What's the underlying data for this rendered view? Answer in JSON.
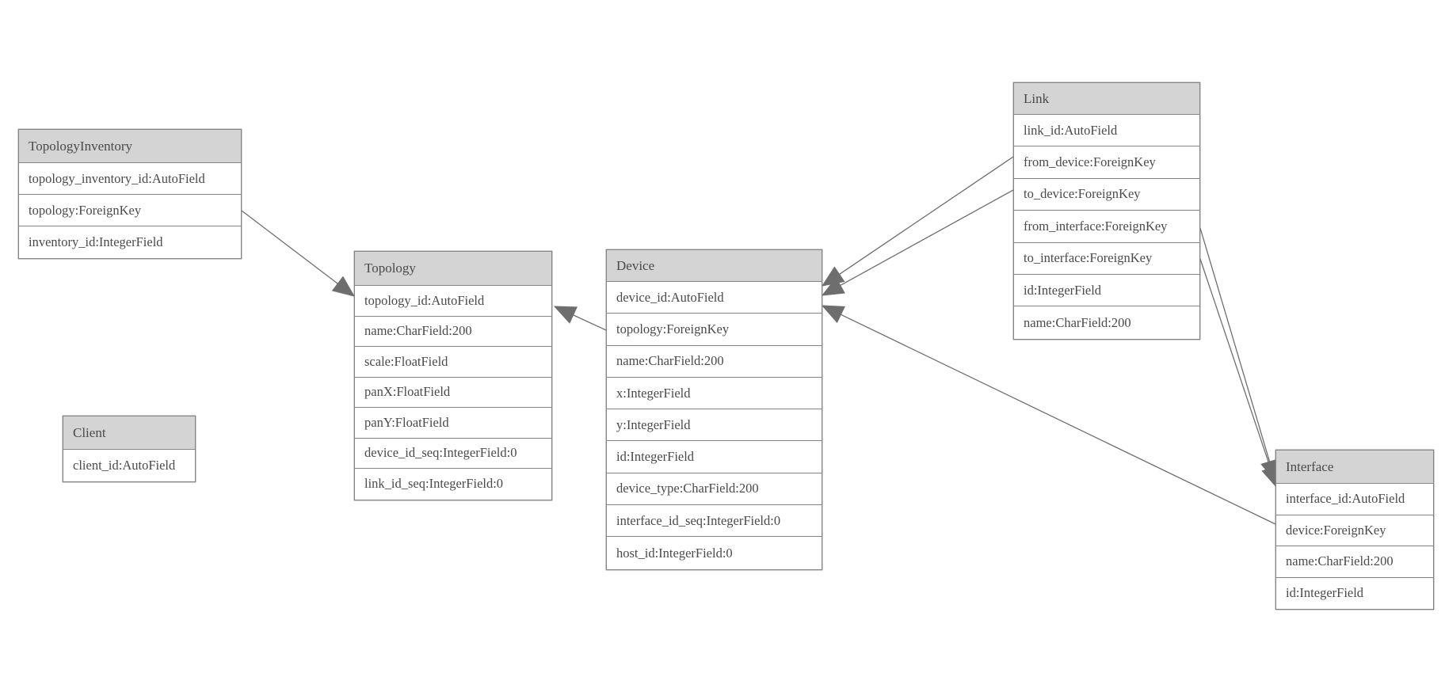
{
  "diagram": {
    "kind": "entity-relationship-model",
    "entities": [
      {
        "name": "TopologyInventory",
        "fields": [
          "topology_inventory_id:AutoField",
          "topology:ForeignKey",
          "inventory_id:IntegerField"
        ]
      },
      {
        "name": "Topology",
        "fields": [
          "topology_id:AutoField",
          "name:CharField:200",
          "scale:FloatField",
          "panX:FloatField",
          "panY:FloatField",
          "device_id_seq:IntegerField:0",
          "link_id_seq:IntegerField:0"
        ]
      },
      {
        "name": "Client",
        "fields": [
          "client_id:AutoField"
        ]
      },
      {
        "name": "Device",
        "fields": [
          "device_id:AutoField",
          "topology:ForeignKey",
          "name:CharField:200",
          "x:IntegerField",
          "y:IntegerField",
          "id:IntegerField",
          "device_type:CharField:200",
          "interface_id_seq:IntegerField:0",
          "host_id:IntegerField:0"
        ]
      },
      {
        "name": "Link",
        "fields": [
          "link_id:AutoField",
          "from_device:ForeignKey",
          "to_device:ForeignKey",
          "from_interface:ForeignKey",
          "to_interface:ForeignKey",
          "id:IntegerField",
          "name:CharField:200"
        ]
      },
      {
        "name": "Interface",
        "fields": [
          "interface_id:AutoField",
          "device:ForeignKey",
          "name:CharField:200",
          "id:IntegerField"
        ]
      }
    ],
    "relationships": [
      {
        "from": "TopologyInventory.topology",
        "to": "Topology"
      },
      {
        "from": "Device.topology",
        "to": "Topology"
      },
      {
        "from": "Link.from_device",
        "to": "Device"
      },
      {
        "from": "Link.to_device",
        "to": "Device"
      },
      {
        "from": "Interface.device",
        "to": "Device"
      },
      {
        "from": "Link.from_interface",
        "to": "Interface"
      },
      {
        "from": "Link.to_interface",
        "to": "Interface"
      }
    ],
    "colors": {
      "background": "#ffffff",
      "header_fill": "#d4d4d4",
      "border": "#848484",
      "text": "#4a4a4a",
      "edge": "#6e6e6e",
      "arrowhead": "#6e6e6e"
    }
  }
}
